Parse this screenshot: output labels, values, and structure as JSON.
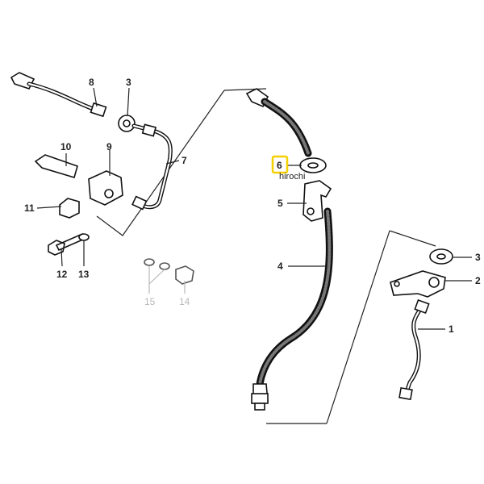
{
  "callouts": {
    "c1": "1",
    "c2": "2",
    "c3a": "3",
    "c3b": "3",
    "c4": "4",
    "c5": "5",
    "c6": "6",
    "c7": "7",
    "c8": "8",
    "c9": "9",
    "c10": "10",
    "c11": "11",
    "c12": "12",
    "c13": "13",
    "c14": "14",
    "c15": "15"
  },
  "watermark": "hirochi",
  "colors": {
    "highlight": "#f5d000",
    "ink": "#222222",
    "faded": "#b8b8b8"
  }
}
